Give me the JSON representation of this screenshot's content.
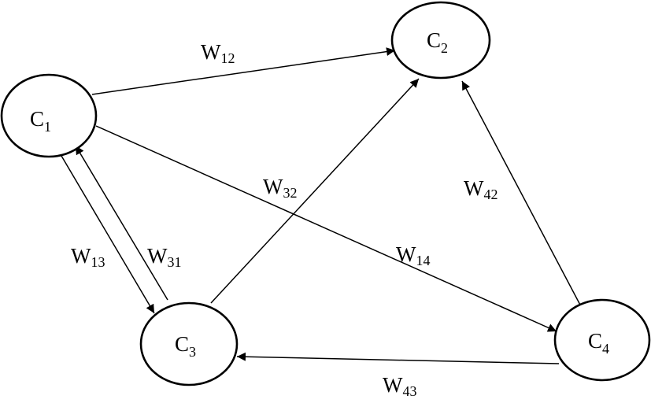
{
  "nodes": [
    {
      "id": "c1",
      "letter": "C",
      "sub": "1"
    },
    {
      "id": "c2",
      "letter": "C",
      "sub": "2"
    },
    {
      "id": "c3",
      "letter": "C",
      "sub": "3"
    },
    {
      "id": "c4",
      "letter": "C",
      "sub": "4"
    }
  ],
  "edges": [
    {
      "id": "w12",
      "from": "c1",
      "to": "c2",
      "letter": "W",
      "sub": "12"
    },
    {
      "id": "w13",
      "from": "c1",
      "to": "c3",
      "letter": "W",
      "sub": "13"
    },
    {
      "id": "w31",
      "from": "c3",
      "to": "c1",
      "letter": "W",
      "sub": "31"
    },
    {
      "id": "w32",
      "from": "c3",
      "to": "c2",
      "letter": "W",
      "sub": "32"
    },
    {
      "id": "w14",
      "from": "c1",
      "to": "c4",
      "letter": "W",
      "sub": "14"
    },
    {
      "id": "w42",
      "from": "c4",
      "to": "c2",
      "letter": "W",
      "sub": "42"
    },
    {
      "id": "w43",
      "from": "c4",
      "to": "c3",
      "letter": "W",
      "sub": "43"
    }
  ]
}
